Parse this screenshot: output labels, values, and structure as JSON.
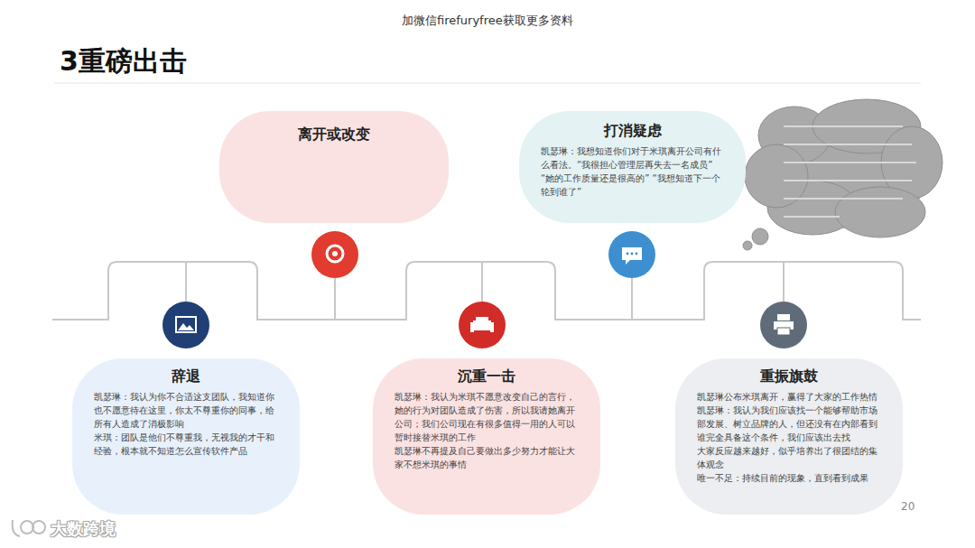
{
  "diagram": {
    "title": "3重磅出击",
    "nodes": [
      {
        "text": [
          "离开或改变"
        ]
      },
      {
        "text": [
          "打消疑虑",
          "凯瑟琳：我想知道你们对于米琪离开公司有什么看法。“我很担心管理层再失去一名成员” “她的工作质量还是很高的” “我想知道下一个轮到谁了”"
        ]
      },
      {
        "text": [
          "辞退",
          "凯瑟琳：我认为你不合适这支团队，我知道你也不愿意待在这里，你太不尊重你的同事，给所有人造成了消极影响",
          "米琪：团队是他们不尊重我，无视我的才干和经验，根本就不知道怎么宣传软件产品"
        ]
      },
      {
        "text": [
          "沉重一击",
          "凯瑟琳：我认为米琪不愿意改变自己的言行，她的行为对团队造成了伤害，所以我请她离开公司；我们公司现在有很多值得一用的人可以暂时接替米琪的工作",
          "凯瑟琳不再提及自己要做出多少努力才能让大家不想米琪的事情"
        ]
      },
      {
        "text": [
          "重振旗鼓",
          "凯瑟琳公布米琪离开，赢得了大家的工作热情",
          "凯瑟琳：我认为我们应该找一个能够帮助市场部发展、树立品牌的人，但还没有在内部看到谁完全具备这个条件，我们应该出去找",
          "大家反应越来越好，似乎培养出了很团结的集体观念",
          "唯一不足：持续目前的现象，直到看到成果"
        ]
      }
    ],
    "labels": [
      "加微信firefuryfree获取更多资料",
      "20",
      "大数跨境"
    ]
  }
}
